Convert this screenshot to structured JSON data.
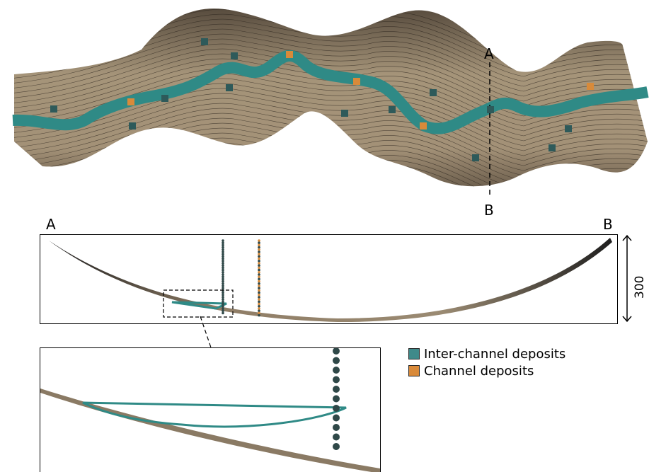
{
  "section_labels": {
    "start": "A",
    "end": "B"
  },
  "scale_bar": {
    "label": "300 m"
  },
  "legend": {
    "items": [
      {
        "label": "Inter-channel deposits",
        "color": "#3f8a8a"
      },
      {
        "label": "Channel deposits",
        "color": "#d98a3a"
      }
    ]
  },
  "colors": {
    "terrain": "#9d8d73",
    "channel": "#2f8a86",
    "inter_marker": "#2e5a5a",
    "channel_marker": "#d88a3a",
    "well_sphere": "#2f4848"
  }
}
